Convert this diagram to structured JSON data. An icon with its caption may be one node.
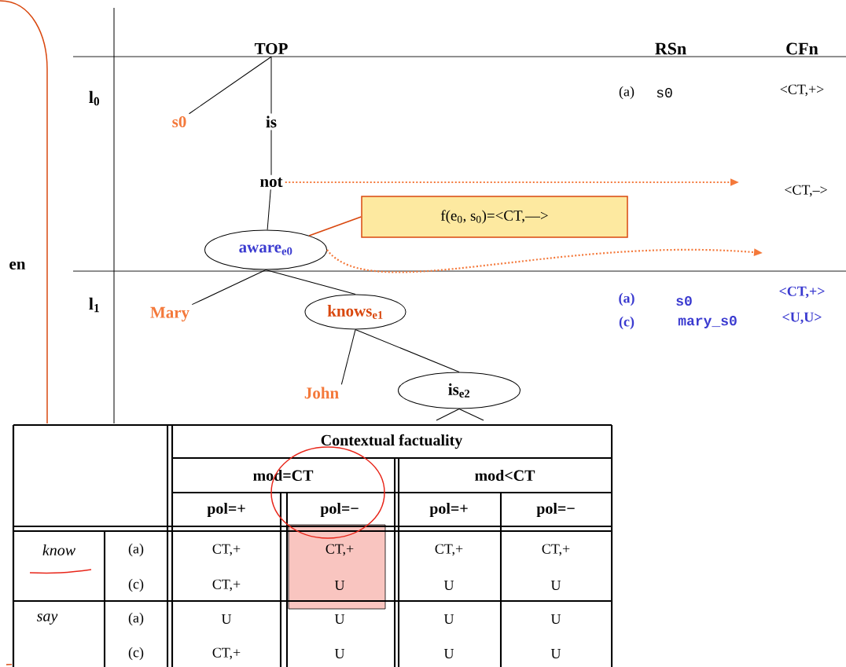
{
  "diagram": {
    "nodes": [
      {
        "text": [
          "TOP"
        ]
      },
      {
        "text": [
          "s0"
        ]
      },
      {
        "text": [
          "is"
        ]
      },
      {
        "text": [
          "not"
        ]
      },
      {
        "text": [
          "aware$_{e0}$"
        ]
      },
      {
        "text": [
          "Mary"
        ]
      },
      {
        "text": [
          "knows$_{e1}$"
        ]
      },
      {
        "text": [
          "John"
        ]
      },
      {
        "text": [
          "is$_{e2}$"
        ]
      },
      {
        "text": [
          "f(e$_{0}$, s$_{0}$)=<CT,—>"
        ]
      },
      {
        "text": [
          "en"
        ]
      }
    ],
    "edges": [
      {
        "from": 0,
        "to": 1,
        "arrow": "none"
      },
      {
        "from": 0,
        "to": 2,
        "arrow": "none"
      },
      {
        "from": 2,
        "to": 3,
        "arrow": "none"
      },
      {
        "from": 3,
        "to": 4,
        "arrow": "none"
      },
      {
        "from": 4,
        "to": 5,
        "arrow": "none"
      },
      {
        "from": 4,
        "to": 6,
        "arrow": "none"
      },
      {
        "from": 6,
        "to": 7,
        "arrow": "none"
      },
      {
        "from": 6,
        "to": 8,
        "arrow": "none"
      },
      {
        "from": 9,
        "to": 4,
        "arrow": "none",
        "color": "#d9480f"
      },
      {
        "from": 3,
        "to": null,
        "arrow": "to",
        "style": "dashed",
        "color": "#f4793b"
      },
      {
        "from": 4,
        "to": null,
        "arrow": "to",
        "style": "dashed",
        "color": "#f4793b"
      }
    ],
    "labels": [
      "RSn",
      "CFn",
      "l$_{0}$",
      "(a)",
      "s0",
      "<CT,+>",
      "<CT,–>",
      "l$_{1}$",
      "<CT,+>",
      "(a)",
      "s0",
      "(c)",
      "mary_s0",
      "<U,U>",
      "Contextual factuality",
      "mod=CT",
      "mod<CT",
      "pol=+",
      "pol=−",
      "pol=+",
      "pol=−",
      "know",
      "(a)",
      "CT,+",
      "CT,+",
      "CT,+",
      "CT,+",
      "(c)",
      "CT,+",
      "U",
      "U",
      "U",
      "say",
      "(a)",
      "U",
      "U",
      "U",
      "U",
      "(c)",
      "CT,+",
      "U",
      "U",
      "U"
    ]
  }
}
